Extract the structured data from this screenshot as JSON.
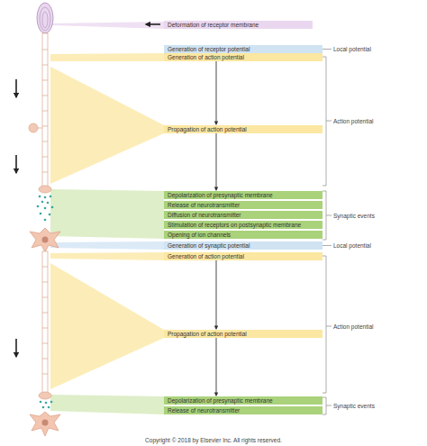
{
  "diagram": {
    "nodes": [
      {
        "text": [
          "Deformation of receptor membrane"
        ]
      },
      {
        "text": [
          "Generation of receptor potential"
        ]
      },
      {
        "text": [
          "Generation of action potential"
        ]
      },
      {
        "text": [
          "Propagation of action potential"
        ]
      },
      {
        "text": [
          "Depolarization of presynaptic membrane"
        ]
      },
      {
        "text": [
          "Release of neurotransmitter"
        ]
      },
      {
        "text": [
          "Diffusion of neurotransmitter"
        ]
      },
      {
        "text": [
          "Stimulation of receptors on postsynaptic membrane"
        ]
      },
      {
        "text": [
          "Opening of ion channels"
        ]
      },
      {
        "text": [
          "Generation of synaptic potential"
        ]
      },
      {
        "text": [
          "Generation of action potential"
        ]
      },
      {
        "text": [
          "Propagation of action potential"
        ]
      },
      {
        "text": [
          "Depolarization of presynaptic membrane"
        ]
      },
      {
        "text": [
          "Release of neurotransmitter"
        ]
      }
    ],
    "edges": [
      {
        "from": 2,
        "to": 3,
        "arrow": "to"
      },
      {
        "from": 3,
        "to": 4,
        "arrow": "to"
      },
      {
        "from": 10,
        "to": 11,
        "arrow": "to"
      },
      {
        "from": 11,
        "to": 12,
        "arrow": "to"
      }
    ],
    "labels": [
      "Local potential",
      "Action potential",
      "Synaptic events",
      "Local potential",
      "Action potential",
      "Synaptic events",
      "Copyright © 2018 by Elsevier Inc. All rights reserved."
    ]
  }
}
